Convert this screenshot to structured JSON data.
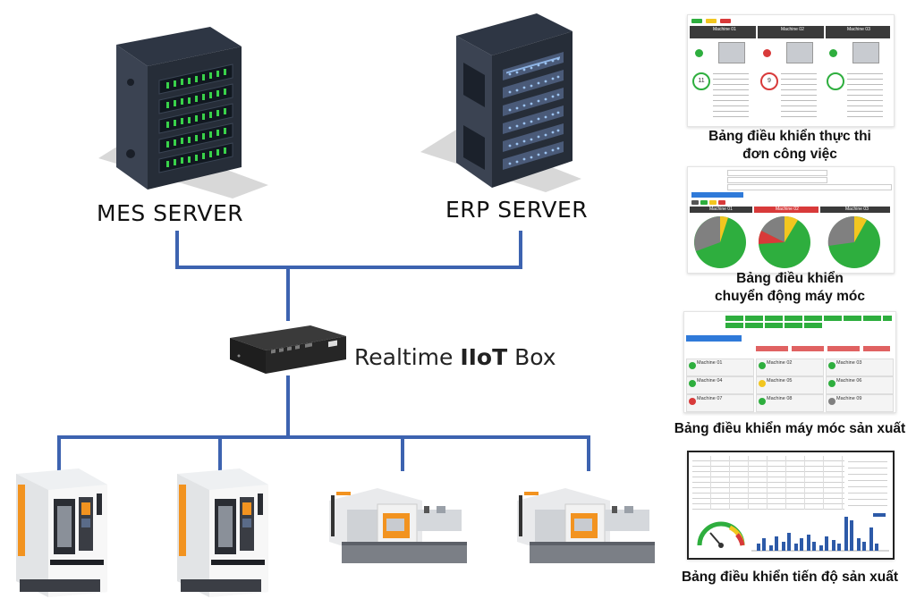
{
  "servers": {
    "mes_label": "MES SERVER",
    "erp_label": "ERP SERVER"
  },
  "iiot": {
    "label_prefix": "Realtime ",
    "label_bold": "IIoT",
    "label_suffix": " Box"
  },
  "dashboards": [
    {
      "line1": "Bảng điều khiển thực thi",
      "line2": "đơn công việc"
    },
    {
      "line1": "Bảng điều khiển",
      "line2": "chuyển động máy móc"
    },
    {
      "line1": "Bảng điều khiển máy móc sản xuất",
      "line2": ""
    },
    {
      "line1": "Bảng điều khiển tiến độ sản xuất",
      "line2": ""
    }
  ],
  "thumb1": {
    "machines": [
      "Machine 01",
      "Machine 02",
      "Machine 03"
    ],
    "gauges": [
      "11",
      "9",
      ""
    ]
  },
  "thumb2": {
    "machines": [
      "Machine 01",
      "Machine 02",
      "Machine 03"
    ]
  },
  "thumb3": {
    "machines": [
      "Machine 01",
      "Machine 02",
      "Machine 03",
      "Machine 04",
      "Machine 05",
      "Machine 06",
      "Machine 07",
      "Machine 08",
      "Machine 09"
    ]
  },
  "colors": {
    "wire": "#3d63b0",
    "green": "#2eae3e",
    "yellow": "#f2c61f",
    "red": "#d83a3a",
    "gray": "#808080"
  }
}
